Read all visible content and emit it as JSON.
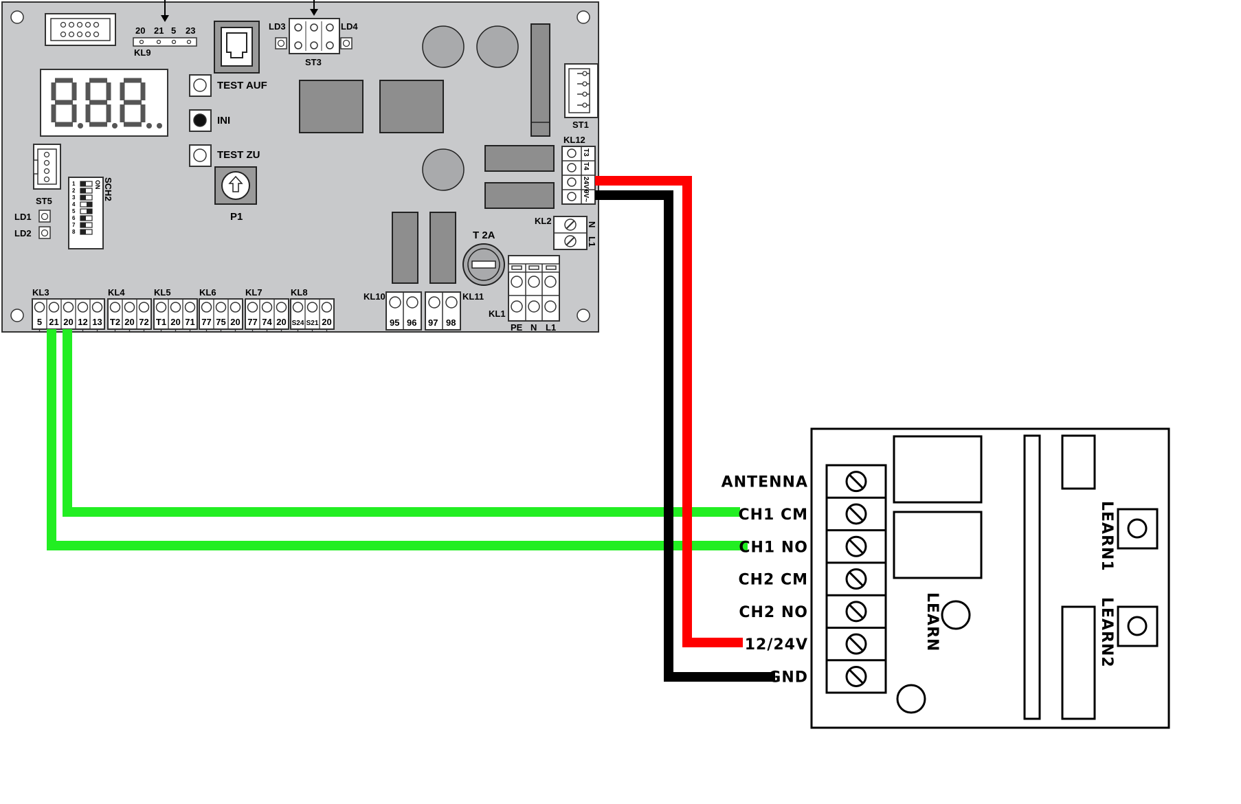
{
  "board": {
    "kl9": {
      "name": "KL9",
      "pins": [
        "20",
        "21",
        "5",
        "23"
      ]
    },
    "st3": "ST3",
    "ld3": "LD3",
    "ld4": "LD4",
    "test_auf": "TEST AUF",
    "ini": "INI",
    "test_zu": "TEST ZU",
    "p1": "P1",
    "st1": "ST1",
    "st5": "ST5",
    "ld1": "LD1",
    "ld2": "LD2",
    "sch2": {
      "name": "SCH2",
      "on": "ON",
      "numbers": [
        "1",
        "2",
        "3",
        "4",
        "5",
        "6",
        "7",
        "8"
      ]
    },
    "kl12": {
      "name": "KL12",
      "pins": [
        "T3",
        "T4",
        "24V~",
        "0V~"
      ]
    },
    "kl2": {
      "name": "KL2",
      "pins": [
        "N",
        "L1"
      ]
    },
    "fuse": "T 2A",
    "kl10": {
      "name": "KL10",
      "pins": [
        "95",
        "96"
      ]
    },
    "kl11": {
      "name": "KL11",
      "pins": [
        "97",
        "98"
      ]
    },
    "kl1": {
      "name": "KL1",
      "pins": [
        "PE",
        "N",
        "L1"
      ]
    },
    "kl3": {
      "name": "KL3",
      "pins": [
        "5",
        "21",
        "20",
        "12",
        "13"
      ]
    },
    "kl4": {
      "name": "KL4",
      "pins": [
        "T2",
        "20",
        "72"
      ]
    },
    "kl5": {
      "name": "KL5",
      "pins": [
        "T1",
        "20",
        "71"
      ]
    },
    "kl6": {
      "name": "KL6",
      "pins": [
        "77",
        "75",
        "20"
      ]
    },
    "kl7": {
      "name": "KL7",
      "pins": [
        "77",
        "74",
        "20"
      ]
    },
    "kl8": {
      "name": "KL8",
      "pins": [
        "S24",
        "S21",
        "20"
      ]
    }
  },
  "receiver": {
    "terminals": [
      "ANTENNA",
      "CH1 CM",
      "CH1 NO",
      "CH2 CM",
      "CH2 NO",
      "12/24V",
      "GND"
    ],
    "learn": "LEARN",
    "learn1": "LEARN1",
    "learn2": "LEARN2"
  },
  "colors": {
    "board_fill": "#c8c9cb",
    "wire_green": "#22ee22",
    "wire_red": "#ff0000",
    "wire_black": "#000000"
  }
}
